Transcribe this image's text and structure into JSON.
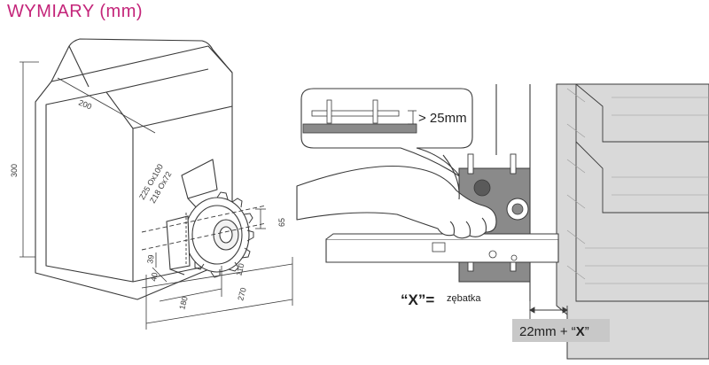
{
  "title": "WYMIARY (mm)",
  "motor_dimensions": {
    "height": "300",
    "depth": "200",
    "gear_option_1": "Z25 Ox100",
    "gear_option_2": "Z18 Ox72",
    "rack_offset": "65",
    "gear_base": "39",
    "lower_offset": "40",
    "base_width": "110",
    "base_total": "270",
    "front_to_gear": "180"
  },
  "mounting": {
    "clearance": "> 25mm",
    "x_label": "“X”=",
    "x_meaning": "zębatka",
    "gap_prefix": "22mm + “",
    "gap_var": "X",
    "gap_suffix": "”"
  },
  "colors": {
    "title": "#c4257a",
    "line": "#3a3a3a",
    "wall_hatch": "#9a9a9a",
    "plate_fill": "#8a8a8a"
  }
}
